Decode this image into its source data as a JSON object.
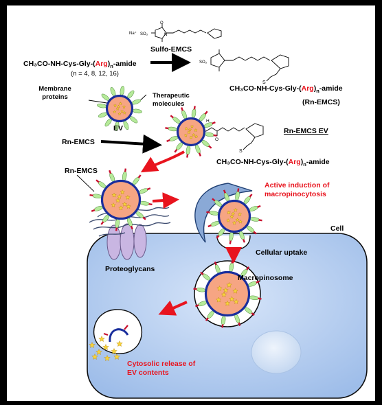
{
  "reagent": {
    "name": "Sulfo-EMCS",
    "counterion": "Na⁺",
    "sulfo_group": "SO₃",
    "oxygen": "O",
    "nitrogen": "N"
  },
  "peptide": {
    "prefix": "CH₃CO-NH-Cys-Gly-(",
    "arg": "Arg",
    "close": ")",
    "sub_n": "n",
    "suffix": "-amide",
    "n_values": "(n = 4, 8, 12, 16)"
  },
  "product": {
    "label": "(Rn-EMCS)",
    "sulfur": "S"
  },
  "ev": {
    "label": "EV",
    "membrane_proteins": [
      "Membrane",
      "proteins"
    ],
    "therapeutic_molecules": [
      "Therapeutic",
      "molecules"
    ]
  },
  "modification": {
    "reagent_label": "Rn-EMCS",
    "result_label": "Rn-EMCS EV",
    "amide_nitrogen": "N",
    "amide_h": "H",
    "amide_o": "O",
    "sulfur": "S"
  },
  "cell_labels": {
    "rn_emcs": "Rn-EMCS",
    "active_induction": [
      "Active induction of",
      "macropinocytosis"
    ],
    "cell": "Cell",
    "cellular_uptake": "Cellular uptake",
    "proteoglycans": "Proteoglycans",
    "macropinosome": "Macropinosome",
    "cytosolic_release": [
      "Cytosolic release of",
      "EV contents"
    ]
  },
  "colors": {
    "background": "#000000",
    "panel": "#ffffff",
    "emphasis": "#e8141e",
    "membrane": "#1a2e9c",
    "ev_core": "#f6a583",
    "spike": "#b6ea9a",
    "spike_tip": "#c8102e",
    "cargo_star": "#f7d33c",
    "cell_fill": "#b7d0f3",
    "ruffle": "#8aa9d6",
    "proteoglycan": "#c9b6e2",
    "nucleus": "#d9e6f7"
  }
}
